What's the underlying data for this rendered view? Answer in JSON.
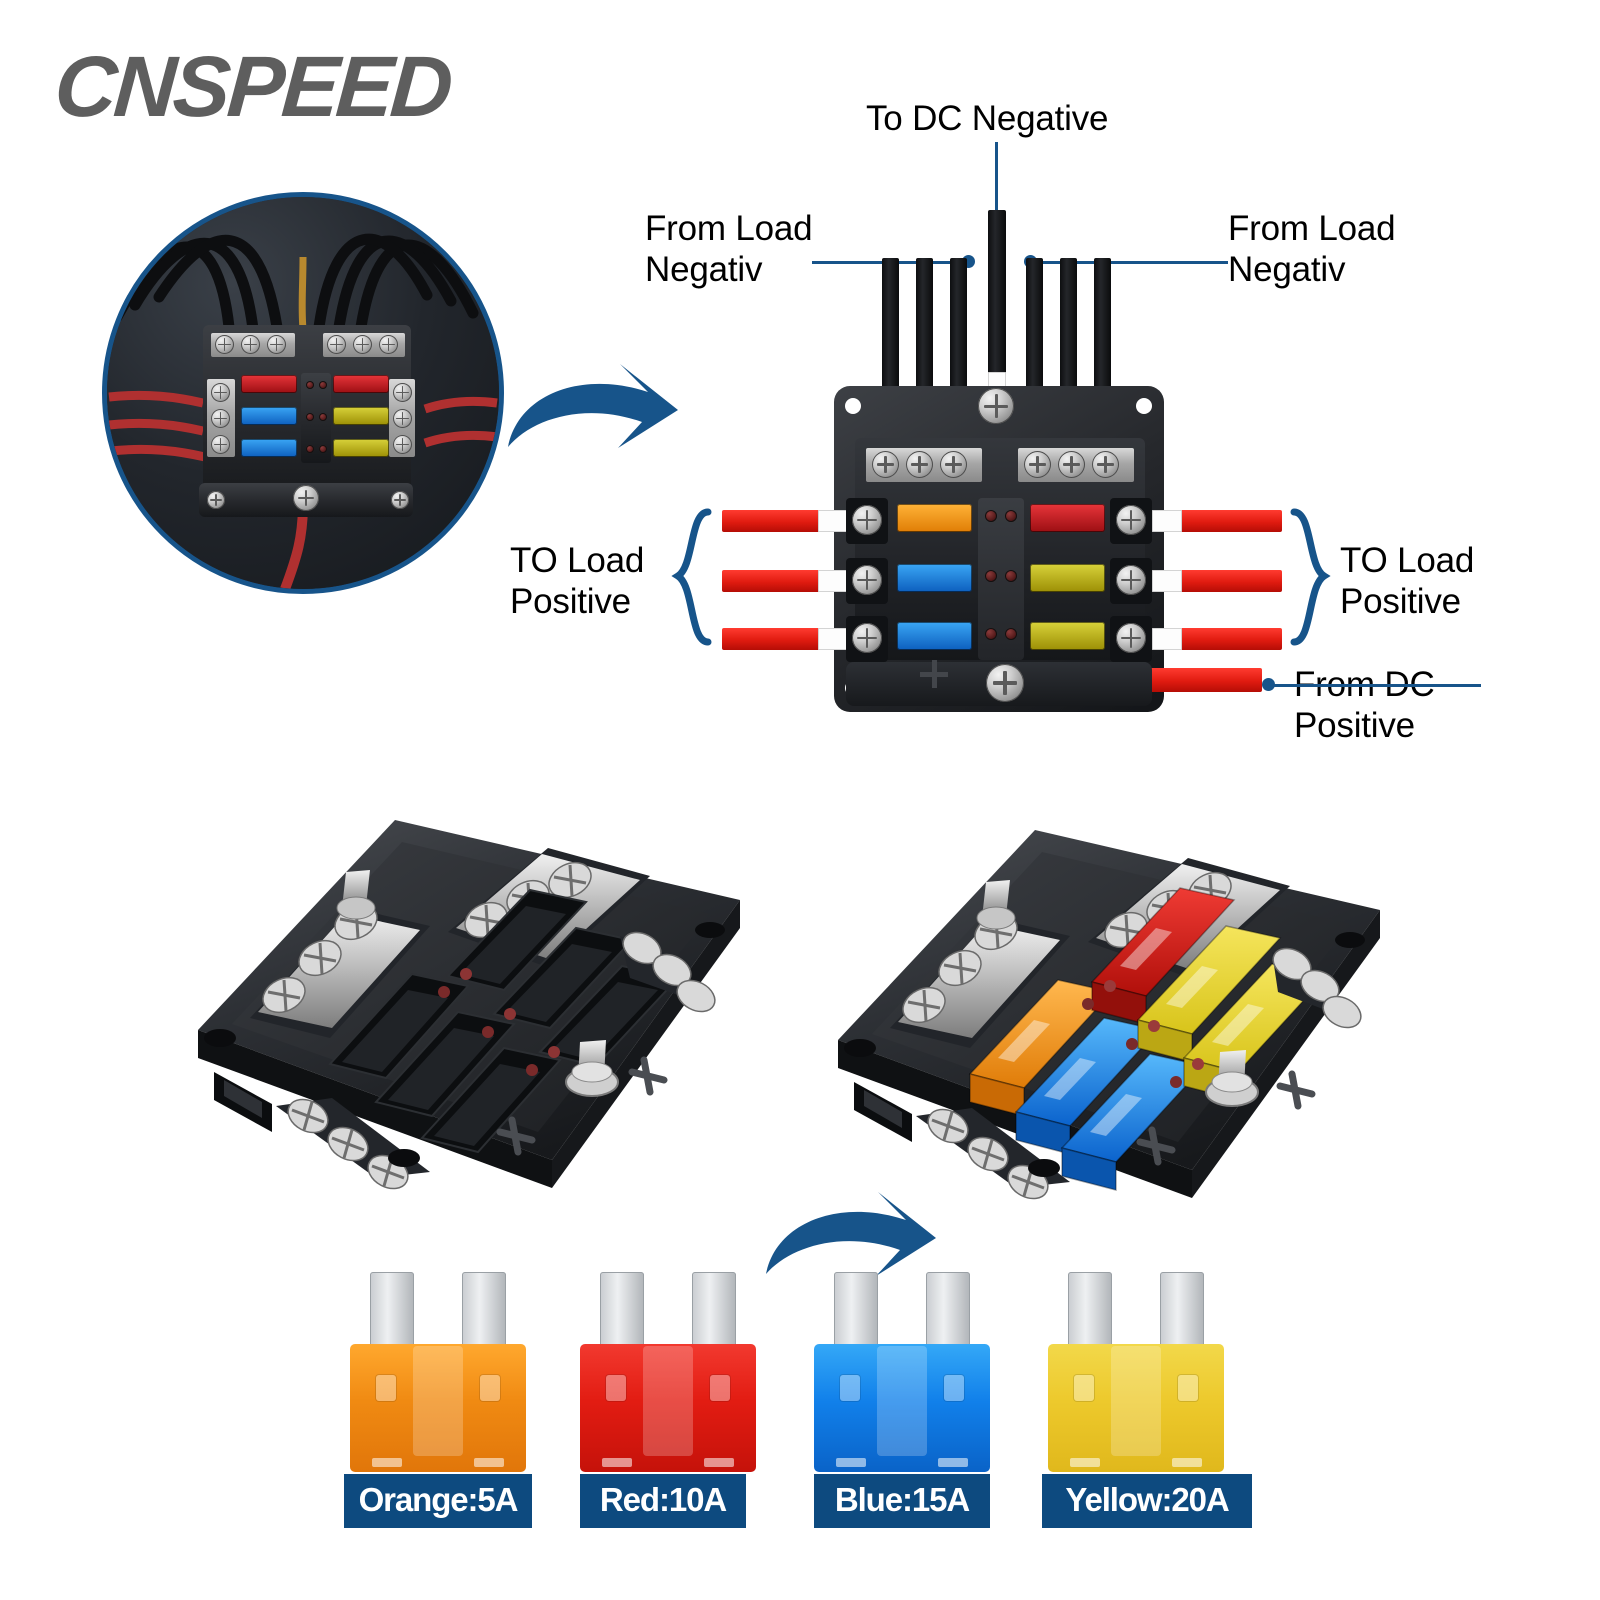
{
  "brand": {
    "name": "CNSPEED"
  },
  "colors": {
    "accent_blue": "#17548a",
    "badge_blue": "#0d4a7f",
    "label_black": "#000000",
    "brand_gray": "#5e5e5e",
    "wire_red": "#e8201a",
    "wire_black": "#121316"
  },
  "diagram": {
    "labels": {
      "dc_negative": "To DC Negative",
      "load_negative_left": "From Load\nNegativ",
      "load_negative_right": "From Load\nNegativ",
      "load_positive_left": "TO Load\nPositive",
      "load_positive_right": "TO Load\nPositive",
      "dc_positive": "From DC\nPositive"
    },
    "fuse_slots": [
      {
        "position": "left-row-1",
        "color_name": "orange",
        "hex": "#e8a020"
      },
      {
        "position": "left-row-2",
        "color_name": "blue",
        "hex": "#1d7fd8"
      },
      {
        "position": "left-row-3",
        "color_name": "blue",
        "hex": "#1d7fd8"
      },
      {
        "position": "right-row-1",
        "color_name": "red",
        "hex": "#c4181d"
      },
      {
        "position": "right-row-2",
        "color_name": "yellow",
        "hex": "#b9ae1e"
      },
      {
        "position": "right-row-3",
        "color_name": "yellow",
        "hex": "#b9ae1e"
      }
    ],
    "negative_wire_count": 6,
    "positive_wire_count": 6,
    "led_rows": 3,
    "leds_per_row": 2
  },
  "products": {
    "left_photo": {
      "caption_icon": "fuse-box-empty",
      "fuses_installed": false
    },
    "right_photo": {
      "caption_icon": "fuse-box-loaded",
      "fuses_installed": true,
      "fuse_colors": [
        "orange",
        "blue",
        "blue",
        "red",
        "yellow",
        "yellow"
      ]
    }
  },
  "fuse_legend": [
    {
      "color_name": "Orange",
      "amps": "5A",
      "label": "Orange:5A",
      "hex": "#f08a12"
    },
    {
      "color_name": "Red",
      "amps": "10A",
      "label": "Red:10A",
      "hex": "#e21c12"
    },
    {
      "color_name": "Blue",
      "amps": "15A",
      "label": "Blue:15A",
      "hex": "#1180ea"
    },
    {
      "color_name": "Yellow",
      "amps": "20A",
      "label": "Yellow:20A",
      "hex": "#edc92c"
    }
  ],
  "icons": {
    "arrow_top": "curved-swoosh-arrow-right",
    "arrow_bottom": "curved-swoosh-arrow-right",
    "brace_left": "curly-brace-right",
    "brace_right": "curly-brace-left"
  }
}
